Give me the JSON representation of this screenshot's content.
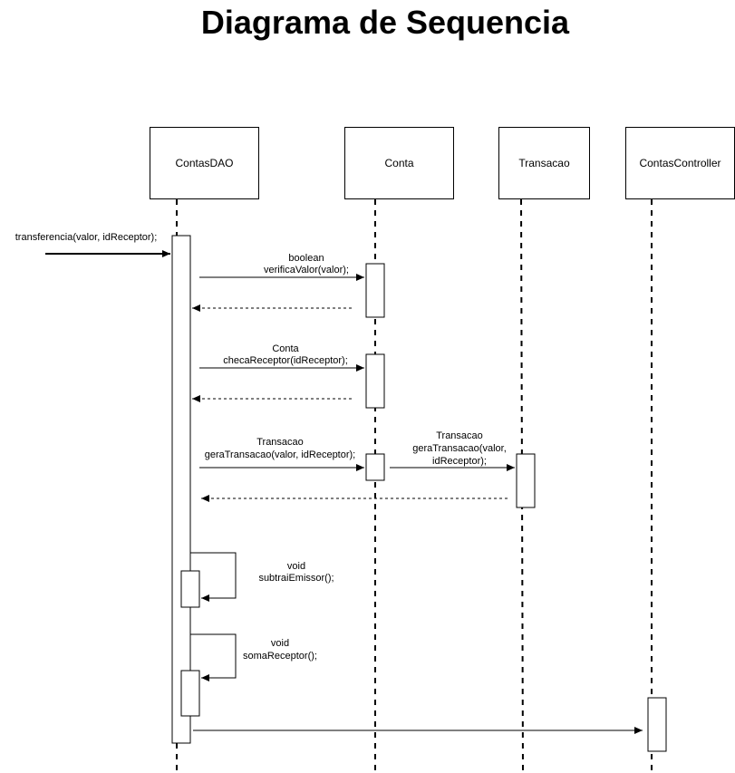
{
  "title": "Diagrama de Sequencia",
  "participants": [
    {
      "id": "contasdao",
      "label": "ContasDAO"
    },
    {
      "id": "conta",
      "label": "Conta"
    },
    {
      "id": "transacao",
      "label": "Transacao"
    },
    {
      "id": "contascontroller",
      "label": "ContasController"
    }
  ],
  "messages": {
    "entry": "transferencia(valor, idReceptor);",
    "verifica": [
      "boolean",
      "verificaValor(valor);"
    ],
    "checa": [
      "Conta",
      "checaReceptor(idReceptor);"
    ],
    "gera_conta": [
      "Transacao",
      "geraTransacao(valor, idReceptor);"
    ],
    "gera_transacao": [
      "Transacao",
      "geraTransacao(valor,",
      "idReceptor);"
    ],
    "subtrai": [
      "void",
      "subtraiEmissor();"
    ],
    "soma": [
      "void",
      "somaReceptor();"
    ]
  }
}
